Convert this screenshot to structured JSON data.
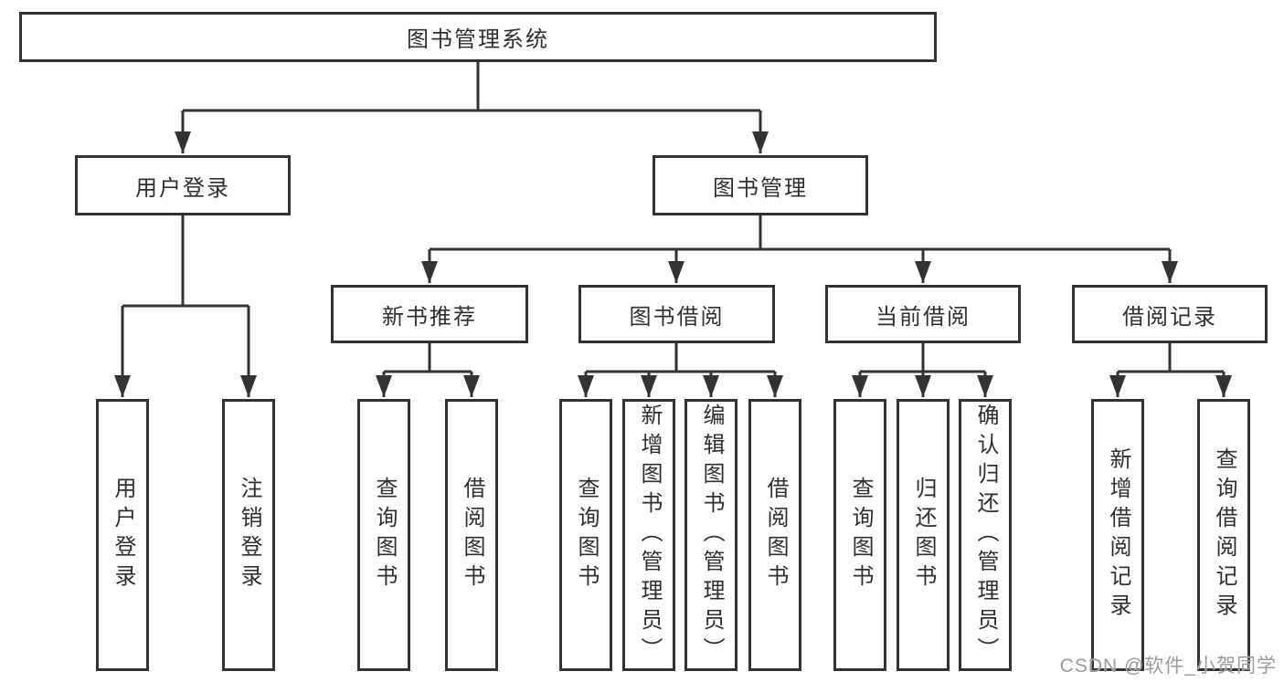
{
  "nodes": {
    "root": "图书管理系统",
    "user_login": "用户登录",
    "book_mgmt": "图书管理",
    "new_book_rec": "新书推荐",
    "book_borrow": "图书借阅",
    "current_borrow": "当前借阅",
    "borrow_records": "借阅记录",
    "col_user_login": "用户登录",
    "col_logout": "注销登录",
    "col_query_book_a": "查询图书",
    "col_borrow_book_a": "借阅图书",
    "col_query_book_b": "查询图书",
    "col_add_book": "新增图书（管理员）",
    "col_edit_book": "编辑图书（管理员）",
    "col_borrow_book_b": "借阅图书",
    "col_query_book_c": "查询图书",
    "col_return_book": "归还图书",
    "col_confirm_return": "确认归还（管理员）",
    "col_add_borrow_record": "新增借阅记录",
    "col_query_borrow_record": "查询借阅记录"
  },
  "watermark": "CSDN @软件_小贺同学",
  "colors": {
    "line": "#333333",
    "text": "#2f2f2f",
    "watermark": "#9b9b9b"
  }
}
